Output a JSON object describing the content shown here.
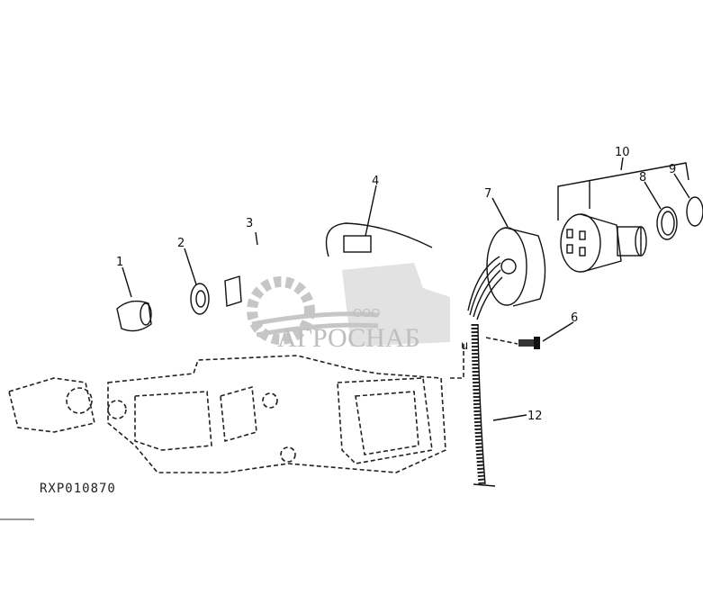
{
  "diagram": {
    "reference_code": "RXP010870",
    "callouts": [
      "1",
      "2",
      "3",
      "4",
      "6",
      "7",
      "8",
      "9",
      "10",
      "12"
    ],
    "watermark": {
      "prefix": "ООО",
      "name": "АГРОСНАБ"
    }
  }
}
